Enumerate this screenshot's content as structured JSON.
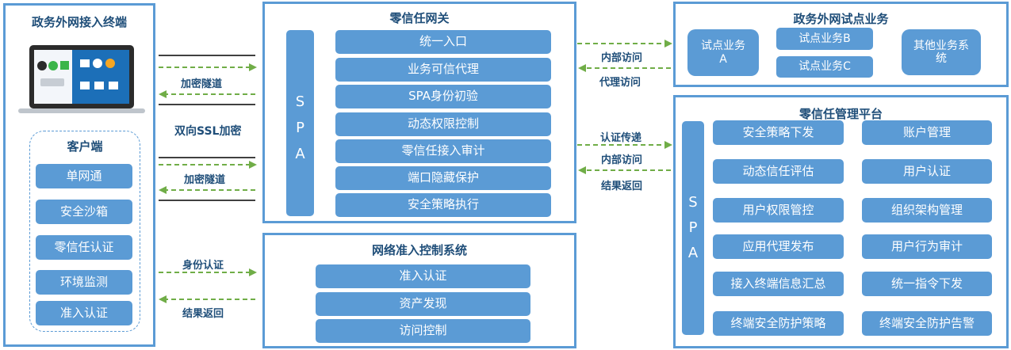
{
  "terminal": {
    "title": "政务外网接入终端",
    "client_title": "客户端",
    "client_items": [
      "单网通",
      "安全沙箱",
      "零信任认证",
      "环境监测",
      "准入认证"
    ]
  },
  "gateway": {
    "title": "零信任网关",
    "spa": [
      "S",
      "P",
      "A"
    ],
    "items": [
      "统一入口",
      "业务可信代理",
      "SPA身份初验",
      "动态权限控制",
      "零信任接入审计",
      "端口隐藏保护",
      "安全策略执行"
    ]
  },
  "nac": {
    "title": "网络准入控制系统",
    "items": [
      "准入认证",
      "资产发现",
      "访问控制"
    ]
  },
  "pilot": {
    "title": "政务外网试点业务",
    "items": [
      "试点业务\nA",
      "试点业务B",
      "试点业务C",
      "其他业务系\n统"
    ]
  },
  "mgmt": {
    "title": "零信任管理平台",
    "spa": [
      "S",
      "P",
      "A"
    ],
    "items_left": [
      "安全策略下发",
      "动态信任评估",
      "用户权限管控",
      "应用代理发布",
      "接入终端信息汇总",
      "终端安全防护策略"
    ],
    "items_right": [
      "账户管理",
      "用户认证",
      "组织架构管理",
      "用户行为审计",
      "统一指令下发",
      "终端安全防护告警"
    ]
  },
  "links": {
    "tunnel1": "加密隧道",
    "ssl": "双向SSL加密",
    "tunnel2": "加密隧道",
    "identity": "身份认证",
    "result_left": "结果返回",
    "internal1": "内部访问",
    "proxy": "代理访问",
    "auth_pass": "认证传递",
    "internal2": "内部访问",
    "result_right": "结果返回"
  },
  "colors": {
    "panel_border": "#5b9bd5",
    "pill": "#5b9bd5",
    "title": "#1f4e79",
    "arrow_dashed": "#70ad47",
    "arrow_solid": "#000000"
  },
  "icons": [
    "laptop-icon",
    "qq-icon",
    "wechat-icon",
    "browser-icon",
    "mail-icon"
  ]
}
